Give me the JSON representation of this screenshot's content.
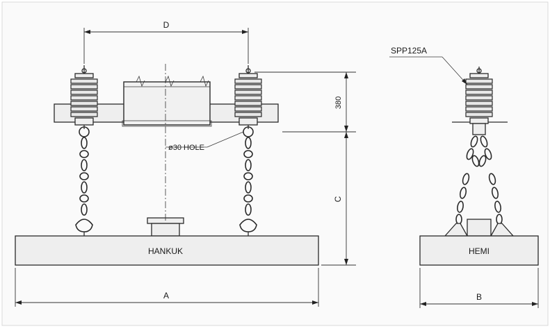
{
  "labels": {
    "dim_a": "A",
    "dim_b": "B",
    "dim_c": "C",
    "dim_d": "D",
    "dim_380": "380",
    "hole": "ø30 HOLE",
    "spring_model": "SPP125A",
    "magnet_front": "HANKUK",
    "magnet_side": "HEMI"
  },
  "colors": {
    "line": "#2a2a2a",
    "fill": "#eeeeee",
    "background": "#ffffff"
  }
}
